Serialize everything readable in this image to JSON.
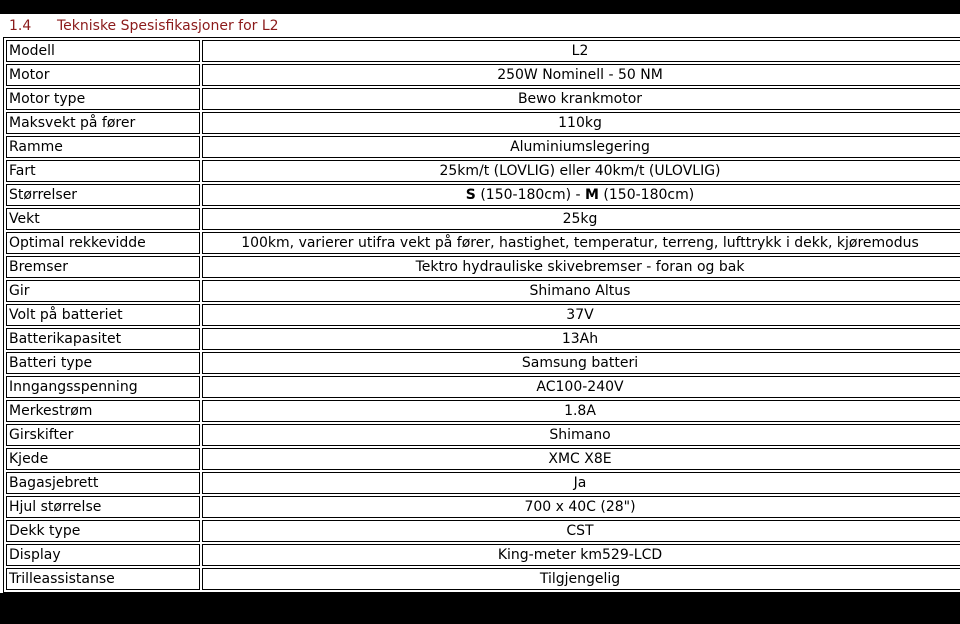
{
  "section": {
    "number": "1.4",
    "title": "Tekniske Spesisfikasjoner for L2"
  },
  "rows": [
    {
      "label": "Modell",
      "value": "L2"
    },
    {
      "label": "Motor",
      "value": "250W Nominell - 50 NM"
    },
    {
      "label": "Motor type",
      "value": "Bewo krankmotor"
    },
    {
      "label": "Maksvekt på fører",
      "value": "110kg"
    },
    {
      "label": "Ramme",
      "value": "Aluminiumslegering"
    },
    {
      "label": "Fart",
      "value": "25km/t (LOVLIG) eller 40km/t (ULOVLIG)"
    },
    {
      "label": "Størrelser",
      "value_parts": {
        "s": "S",
        "s_range": " (150-180cm) - ",
        "m": "M",
        "m_range": " (150-180cm)"
      }
    },
    {
      "label": "Vekt",
      "value": "25kg"
    },
    {
      "label": "Optimal rekkevidde",
      "value": "100km, varierer utifra vekt på fører, hastighet, temperatur, terreng, lufttrykk i dekk, kjøremodus"
    },
    {
      "label": "Bremser",
      "value": "Tektro hydrauliske skivebremser - foran og bak"
    },
    {
      "label": "Gir",
      "value": "Shimano Altus"
    },
    {
      "label": "Volt på batteriet",
      "value": "37V"
    },
    {
      "label": "Batterikapasitet",
      "value": "13Ah"
    },
    {
      "label": "Batteri type",
      "value": "Samsung batteri"
    },
    {
      "label": "Inngangsspenning",
      "value": "AC100-240V"
    },
    {
      "label": "Merkestrøm",
      "value": "1.8A"
    },
    {
      "label": "Girskifter",
      "value": "Shimano"
    },
    {
      "label": "Kjede",
      "value": "XMC X8E"
    },
    {
      "label": "Bagasjebrett",
      "value": "Ja"
    },
    {
      "label": "Hjul størrelse",
      "value": "700 x 40C (28\")"
    },
    {
      "label": "Dekk type",
      "value": "CST"
    },
    {
      "label": "Display",
      "value": "King-meter km529-LCD"
    },
    {
      "label": "Trilleassistanse",
      "value": "Tilgjengelig"
    }
  ]
}
